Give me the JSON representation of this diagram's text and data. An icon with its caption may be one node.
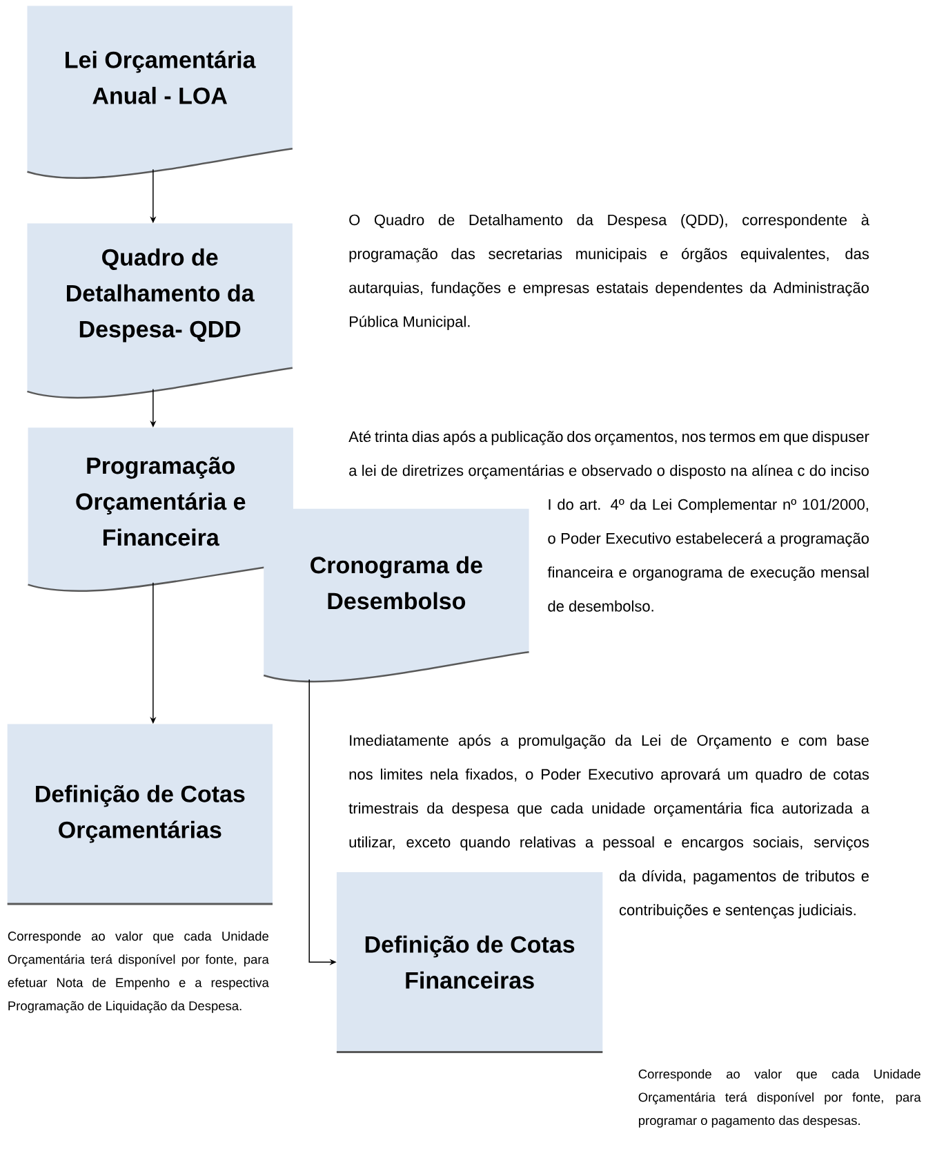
{
  "diagram": {
    "nodes": [
      {
        "text": [
          "Lei Orçamentária Anual - LOA"
        ]
      },
      {
        "text": [
          "Quadro de Detalhamento da Despesa- QDD"
        ]
      },
      {
        "text": [
          "Programação Orçamentária e Financeira"
        ]
      },
      {
        "text": [
          "Cronograma de Desembolso"
        ],
        "beside": [
          "Até trinta dias após a publicação dos orçamentos, nos termos em que dispuser a lei de diretrizes orçamentárias e observado o disposto na alínea c do inciso I do art. 4º da Lei Complementar nº 101/2000, o Poder Executivo estabelecerá a programação financeira e organograma de execução mensal de desembolso."
        ]
      },
      {
        "text": [
          "Definição de Cotas Orçamentárias"
        ],
        "beside": [
          "Corresponde ao valor que cada Unidade Orçamentária terá disponível por fonte, para efetuar Nota de Empenho e a respectiva Programação de Liquidação da Despesa."
        ]
      },
      {
        "text": [
          "Definição de Cotas Financeiras"
        ],
        "beside": [
          "Imediatamente após a promulgação da Lei de Orçamento e com base nos limites nela fixados, o Poder Executivo aprovará um quadro de cotas trimestrais da despesa que cada unidade orçamentária fica autorizada a utilizar, exceto quando relativas a pessoal e encargos sociais, serviços da dívida, pagamentos de tributos e contribuições e sentenças judiciais.",
          "Corresponde ao valor que cada Unidade Orçamentária terá disponível por fonte, para programar o pagamento das despesas."
        ]
      }
    ],
    "edges": [
      {
        "from": 0,
        "to": 1,
        "arrow": "to"
      },
      {
        "from": 1,
        "to": 2,
        "arrow": "to"
      },
      {
        "from": 2,
        "to": 4,
        "arrow": "to"
      },
      {
        "from": 3,
        "to": 5,
        "arrow": "to"
      }
    ],
    "labels": [
      "O Quadro de Detalhamento da Despesa (QDD), correspondente à programação das secretarias municipais e órgãos equivalentes, das autarquias, fundações e empresas estatais dependentes da Administração Pública Municipal."
    ]
  }
}
